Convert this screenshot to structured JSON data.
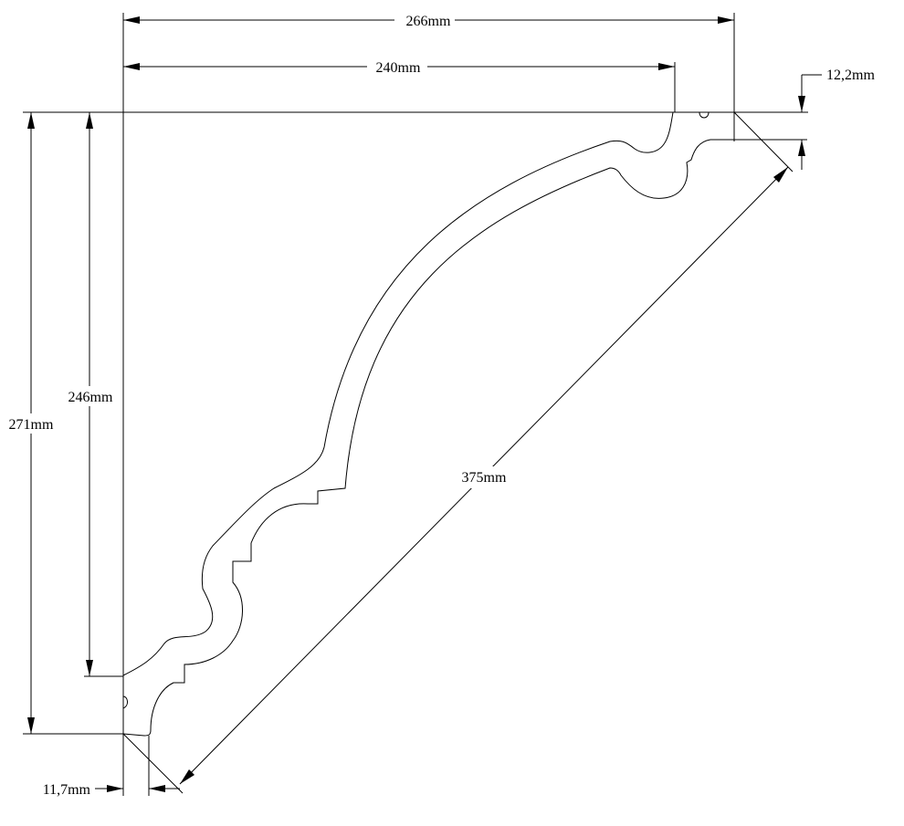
{
  "dimensions": {
    "width_outer": "266mm",
    "width_inner": "240mm",
    "height_outer": "271mm",
    "height_inner": "246mm",
    "diagonal": "375mm",
    "thickness_top": "12,2mm",
    "thickness_bottom": "11,7mm"
  }
}
